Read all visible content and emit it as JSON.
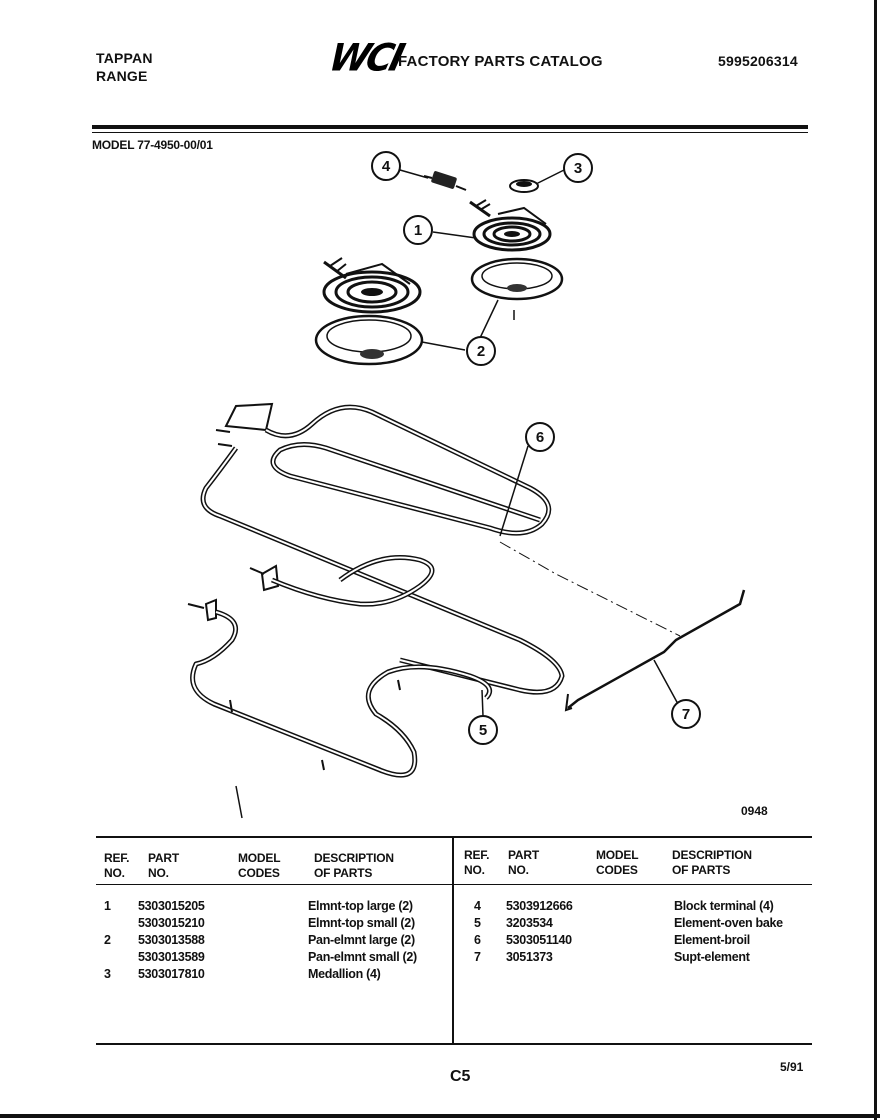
{
  "header": {
    "brand": "TAPPAN",
    "product": "RANGE",
    "logo_text": "WCI",
    "catalog_title": "FACTORY PARTS CATALOG",
    "catalog_number": "5995206314"
  },
  "model_label": "MODEL 77-4950-00/01",
  "diagram": {
    "callouts": [
      "1",
      "2",
      "3",
      "4",
      "5",
      "6",
      "7"
    ],
    "figure_code": "0948"
  },
  "parts_table": {
    "headers": {
      "ref_no": [
        "REF.",
        "NO."
      ],
      "part_no": [
        "PART",
        "NO."
      ],
      "model_codes": [
        "MODEL",
        "CODES"
      ],
      "description": [
        "DESCRIPTION",
        "OF PARTS"
      ]
    },
    "left_rows": [
      {
        "ref": "1",
        "part": "5303015205",
        "codes": "",
        "desc": "Elmnt-top large (2)"
      },
      {
        "ref": "",
        "part": "5303015210",
        "codes": "",
        "desc": "Elmnt-top small (2)"
      },
      {
        "ref": "2",
        "part": "5303013588",
        "codes": "",
        "desc": "Pan-elmnt large (2)"
      },
      {
        "ref": "",
        "part": "5303013589",
        "codes": "",
        "desc": "Pan-elmnt small (2)"
      },
      {
        "ref": "3",
        "part": "5303017810",
        "codes": "",
        "desc": "Medallion (4)"
      }
    ],
    "right_rows": [
      {
        "ref": "4",
        "part": "5303912666",
        "codes": "",
        "desc": "Block terminal (4)"
      },
      {
        "ref": "5",
        "part": "3203534",
        "codes": "",
        "desc": "Element-oven bake"
      },
      {
        "ref": "6",
        "part": "5303051140",
        "codes": "",
        "desc": "Element-broil"
      },
      {
        "ref": "7",
        "part": "3051373",
        "codes": "",
        "desc": "Supt-element"
      }
    ]
  },
  "footer": {
    "page_code": "C5",
    "date": "5/91"
  }
}
